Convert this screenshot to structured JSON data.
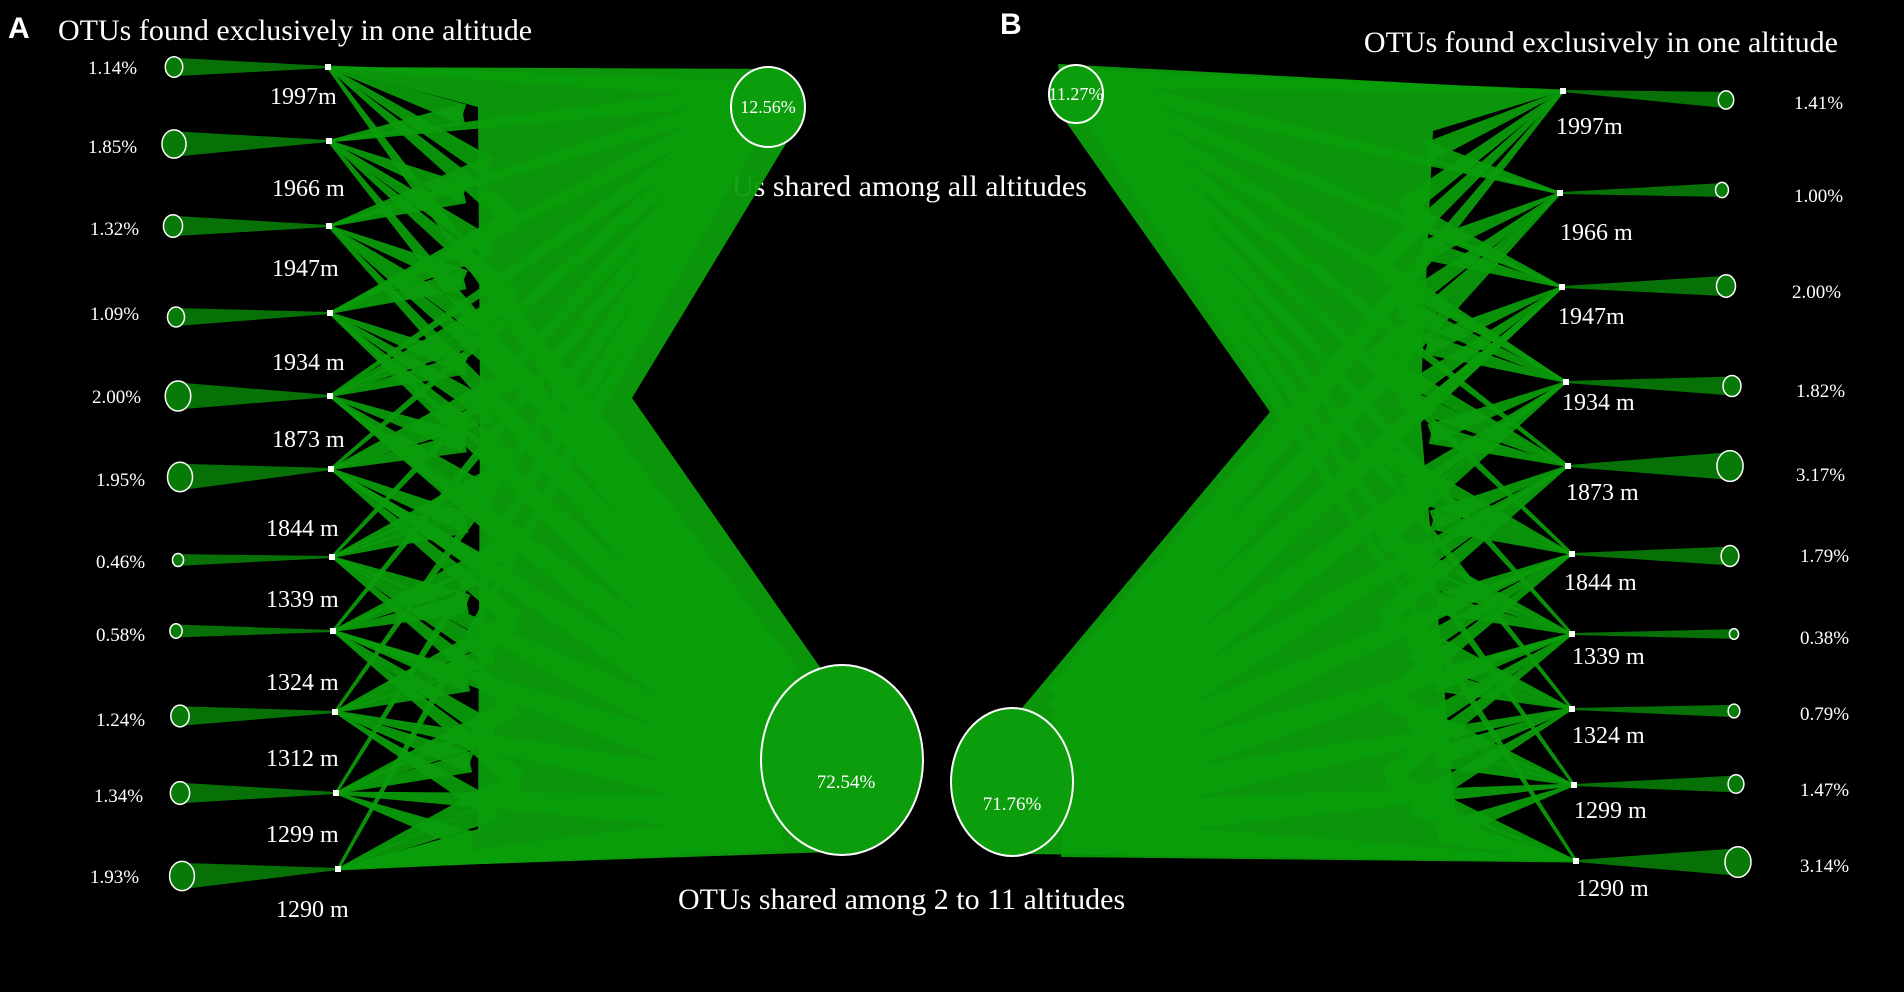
{
  "colors": {
    "background": "#000000",
    "band": "#0b9d0b",
    "band_dark": "#087a08",
    "text": "#ffffff"
  },
  "titles": {
    "shared_all": "OTUs shared among all  altitudes",
    "shared_2_11": "OTUs shared among 2 to 11 altitudes"
  },
  "panels": [
    {
      "letter": "A",
      "title": "OTUs found exclusively in one altitude",
      "top_hub_label": "12.56%",
      "bottom_hub_label": "72.54%",
      "altitudes": [
        {
          "label": "1997m",
          "unique_pct": "1.14%",
          "unique_value": 1.14
        },
        {
          "label": "1966 m",
          "unique_pct": "1.85%",
          "unique_value": 1.85
        },
        {
          "label": "1947m",
          "unique_pct": "1.32%",
          "unique_value": 1.32
        },
        {
          "label": "1934 m",
          "unique_pct": "1.09%",
          "unique_value": 1.09
        },
        {
          "label": "1873 m",
          "unique_pct": "2.00%",
          "unique_value": 2.0
        },
        {
          "label": "1844 m",
          "unique_pct": "1.95%",
          "unique_value": 1.95
        },
        {
          "label": "1339 m",
          "unique_pct": "0.46%",
          "unique_value": 0.46
        },
        {
          "label": "1324 m",
          "unique_pct": "0.58%",
          "unique_value": 0.58
        },
        {
          "label": "1312 m",
          "unique_pct": "1.24%",
          "unique_value": 1.24
        },
        {
          "label": "1299 m",
          "unique_pct": "1.34%",
          "unique_value": 1.34
        },
        {
          "label": "1290 m",
          "unique_pct": "1.93%",
          "unique_value": 1.93
        }
      ]
    },
    {
      "letter": "B",
      "title": "OTUs found exclusively in one altitude",
      "top_hub_label": "11.27%",
      "bottom_hub_label": "71.76%",
      "altitudes": [
        {
          "label": "1997m",
          "unique_pct": "1.41%",
          "unique_value": 1.41
        },
        {
          "label": "1966 m",
          "unique_pct": "1.00%",
          "unique_value": 1.0
        },
        {
          "label": "1947m",
          "unique_pct": "2.00%",
          "unique_value": 2.0
        },
        {
          "label": "1934 m",
          "unique_pct": "1.82%",
          "unique_value": 1.82
        },
        {
          "label": "1873 m",
          "unique_pct": "3.17%",
          "unique_value": 3.17
        },
        {
          "label": "1844 m",
          "unique_pct": "1.79%",
          "unique_value": 1.79
        },
        {
          "label": "1339 m",
          "unique_pct": "0.38%",
          "unique_value": 0.38
        },
        {
          "label": "1324 m",
          "unique_pct": "0.79%",
          "unique_value": 0.79
        },
        {
          "label": "1299 m",
          "unique_pct": "1.47%",
          "unique_value": 1.47
        },
        {
          "label": "1290 m",
          "unique_pct": "3.14%",
          "unique_value": 3.14
        }
      ]
    }
  ]
}
